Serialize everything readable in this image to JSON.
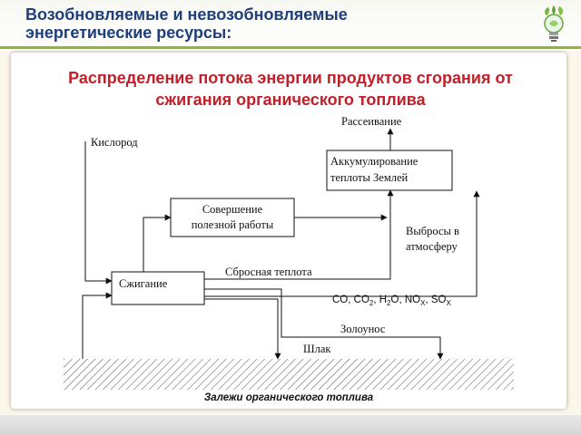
{
  "slide": {
    "header_title_line1": "Возобновляемые и невозобновляемые",
    "header_title_line2": "энергетические ресурсы:",
    "title_line1": "Распределение потока энергии продуктов сгорания от",
    "title_line2": "сжигания органического топлива",
    "accent_color": "#8fb62e",
    "header_color": "#1f3f7a",
    "title_color": "#c0202a",
    "logo_icon": "lightbulb-leaf-icon"
  },
  "diagram": {
    "boxes": {
      "combustion": "Сжигание",
      "useful_work_line1": "Совершение",
      "useful_work_line2": "полезной работы",
      "accumulation_line1": "Аккумулирование",
      "accumulation_line2": "теплоты Землей"
    },
    "labels": {
      "oxygen": "Кислород",
      "dissipation": "Рассеивание",
      "emissions_line1": "Выбросы в",
      "emissions_line2": "атмосферу",
      "waste_heat": "Сбросная теплота",
      "fly_ash": "Золоунос",
      "slag": "Шлак",
      "deposits": "Залежи органического топлива"
    },
    "formula": {
      "co": "CO, CO",
      "co_sub": "2",
      "h2o_pre": ", H",
      "h2o_sub": "2",
      "h2o_post": "O, NO",
      "nox_sub": "X",
      "sox_pre": ", SO",
      "sox_sub": "X"
    }
  }
}
